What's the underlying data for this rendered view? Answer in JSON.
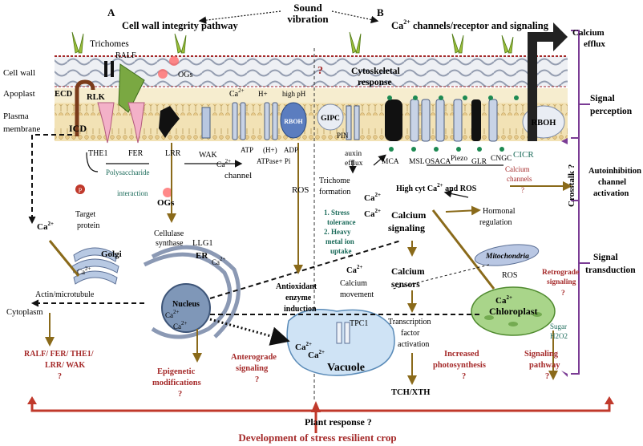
{
  "labels": {
    "sound": "Sound",
    "vibration": "vibration",
    "panel_a_letter": "A",
    "panel_a_title": "Cell wall integrity pathway",
    "panel_b_letter": "B",
    "panel_b_title_sup": "2+",
    "panel_b_title_pre": "Ca",
    "panel_b_title": " channels/receptor and signaling",
    "calcium_efflux_1": "Calcium",
    "calcium_efflux_2": "efflux",
    "trichomes": "Trichomes",
    "ralf": "RALF",
    "ogs_top": "OGs",
    "cytoskeletal_1": "Cytoskeletal",
    "cytoskeletal_2": "response",
    "question_mark": "?",
    "cell_wall": "Cell wall",
    "apoplast": "Apoplast",
    "plasma_1": "Plasma",
    "plasma_2": "membrane",
    "ecd": "ECD",
    "rlk": "RLK",
    "icd": "ICD",
    "ca2_mem": "Ca",
    "h_plus": "H+",
    "high_ph": "high pH",
    "rboh": "RBOH",
    "gipc": "GIPC",
    "pin": "PIN",
    "rboh_right": "RBOH",
    "signal_perception_1": "Signal",
    "signal_perception_2": "perception",
    "the1": "THE1",
    "fer": "FER",
    "lrr": "LRR",
    "wak": "WAK",
    "atp": "ATP",
    "h_minus": "(H+)",
    "adp": "ADP",
    "atpase": "ATPase+ Pi",
    "channel": "channel",
    "ca2_channel": "Ca",
    "auxin_1": "auxin",
    "auxin_2": "efflux",
    "mca": "MCA",
    "msl": "MSL",
    "osaca": "OSACA",
    "piezo": "Piezo",
    "glr": "GLR",
    "cngc": "CNGC",
    "cicr": "CICR",
    "poly_1": "Polysaccharide",
    "poly_2": "interaction",
    "ogs_mid": "OGs",
    "p": "P",
    "trichome_form_1": "Trichome",
    "trichome_form_2": "formation",
    "ros_left": "ROS",
    "high_cyt": "High cyt Ca",
    "high_cyt_2": " and ROS",
    "calcium_channels_1": "Calcium",
    "calcium_channels_2": "channels",
    "calcium_channels_q": "?",
    "crosstalk": "Crosstalk ?",
    "autoinhib_1": "Autoinhibition",
    "autoinhib_2": "channel",
    "autoinhib_3": "activation",
    "ca2_target": "Ca",
    "target_1": "Target",
    "target_2": "protein",
    "cellulase_1": "Cellulase",
    "cellulase_2": "synthase",
    "llg1": "LLG1",
    "er": "ER",
    "ca2_er": "Ca",
    "golgi": "Golgi",
    "ca2_golgi": "Ca",
    "stress_1": "1. Stress",
    "stress_2": "tolerance",
    "stress_3": "2. Heavy",
    "stress_4": "metal ion",
    "stress_5": "uptake",
    "ca2_a": "Ca",
    "ca2_b": "Ca",
    "calcium_sig_1": "Calcium",
    "calcium_sig_2": "signaling",
    "hormonal_1": "Hormonal",
    "hormonal_2": "regulation",
    "mitochondria": "Mitochondria",
    "signal_trans_1": "Signal",
    "signal_trans_2": "transduction",
    "actin": "Actin/microtubule",
    "cytoplasm": "Cytoplasm",
    "nucleus": "Nucleus",
    "ca2_nuc1": "Ca",
    "ca2_nuc2": "Ca",
    "antiox_1": "Antioxidant",
    "antiox_2": "enzyme",
    "antiox_3": "induction",
    "ca2_mov": "Ca",
    "calcium_mov_1": "Calcium",
    "calcium_mov_2": "movement",
    "calcium_sensors_1": "Calcium",
    "calcium_sensors_2": "sensors",
    "ros_right": "ROS",
    "retro_1": "Retrograde",
    "retro_2": "signaling",
    "retro_q": "?",
    "ca2_chl": "Ca",
    "chloroplast": "Chloroplast",
    "tpc1": "TPC1",
    "trans_1": "Transcription",
    "trans_2": "factor",
    "trans_3": "activation",
    "ca2_vac1": "Ca",
    "ca2_vac2": "Ca",
    "vacuole": "Vacuole",
    "sugar_1": "Sugar",
    "sugar_2": "H2O2",
    "ralf_list": "RALF/ FER/ THE1/",
    "ralf_list_2": "LRR/ WAK",
    "ralf_list_q": "?",
    "epigen_1": "Epigenetic",
    "epigen_2": "modifications",
    "epigen_q": "?",
    "antero_1": "Anterograde",
    "antero_2": "signaling",
    "antero_q": "?",
    "increased_1": "Increased",
    "increased_2": "photosynthesis",
    "increased_q": "?",
    "sigpath_1": "Signaling",
    "sigpath_2": "pathway",
    "sigpath_q": "?",
    "tch": "TCH/XTH",
    "plant_response": "Plant response ?",
    "development": "Development of stress resilient crop"
  },
  "colors": {
    "dark_red": "#a52a2a",
    "teal": "#1b6b5a",
    "arrow_red": "#c0392b",
    "membrane_tan": "#f2e2b5",
    "purple": "#7a3b94",
    "vacuole_blue": "#cfe3f5",
    "chloroplast_green": "#a9d58a",
    "nucleus_blue": "#7f97b8"
  }
}
